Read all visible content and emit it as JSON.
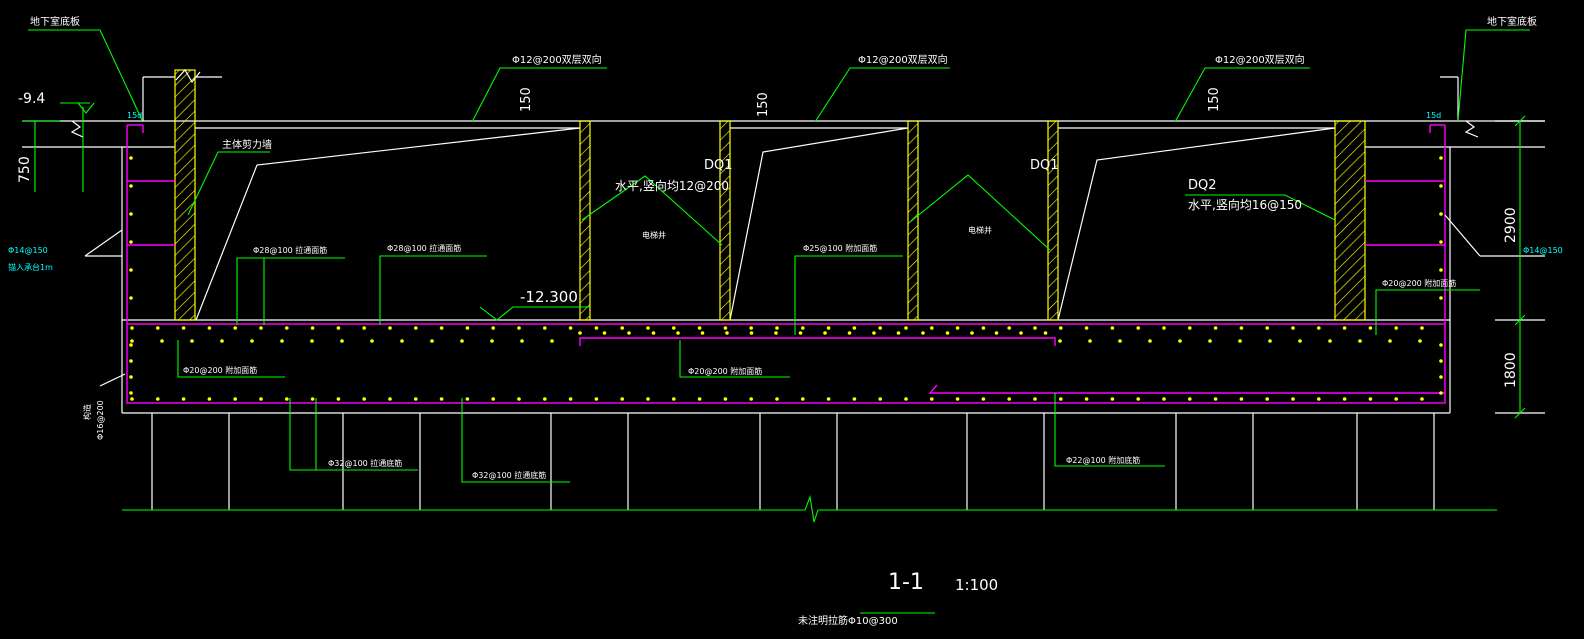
{
  "colors": {
    "background": "#000000",
    "outline": "#ffffff",
    "leader": "#00ff00",
    "rebar": "#ff00ff",
    "wall_hatch": "#ffff00",
    "cyan_text": "#00ffff"
  },
  "labels": {
    "basement_slab_left": "地下室底板",
    "basement_slab_right": "地下室底板",
    "elev_neg_9_4": "-9.4",
    "dim_750": "750",
    "main_shear_wall": "主体剪力墙",
    "rebar_12_200_a": "Φ12@200双层双向",
    "rebar_12_200_b": "Φ12@200双层双向",
    "rebar_12_200_c": "Φ12@200双层双向",
    "dim_150_a": "150",
    "dim_150_b": "150",
    "dim_150_c": "150",
    "anchor_15d_left": "15d",
    "anchor_15d_right": "15d",
    "dq1_a": "DQ1",
    "dq1_a_note": "水平,竖向均12@200",
    "dq1_b": "DQ1",
    "dq2": "DQ2",
    "dq2_note": "水平,竖向均16@150",
    "elevator_shaft_a": "电梯井",
    "elevator_shaft_b": "电梯井",
    "left_rebar_14_150": "Φ14@150",
    "left_anchor_note": "锚入承台1m",
    "right_rebar_14_150": "Φ14@150",
    "dim_2900": "2900",
    "dim_1800": "1800",
    "top_28_100_a": "Φ28@100 拉通面筋",
    "top_28_100_b": "Φ28@100 拉通面筋",
    "top_25_100": "Φ25@100 附加面筋",
    "top_20_200_right": "Φ20@200 附加面筋",
    "elev_neg_12_300": "-12.300",
    "mid_20_200_left": "Φ20@200 附加面筋",
    "mid_20_200_center": "Φ20@200 附加面筋",
    "side_bar_label": "构造",
    "side_bar_value": "Φ16@200",
    "bot_32_100_a": "Φ32@100 拉通底筋",
    "bot_32_100_b": "Φ32@100 拉通底筋",
    "bot_22_100": "Φ22@100 附加底筋",
    "section_title": "1-1",
    "section_scale": "1:100",
    "unmarked_tie_note": "未注明拉筋Φ10@300"
  }
}
